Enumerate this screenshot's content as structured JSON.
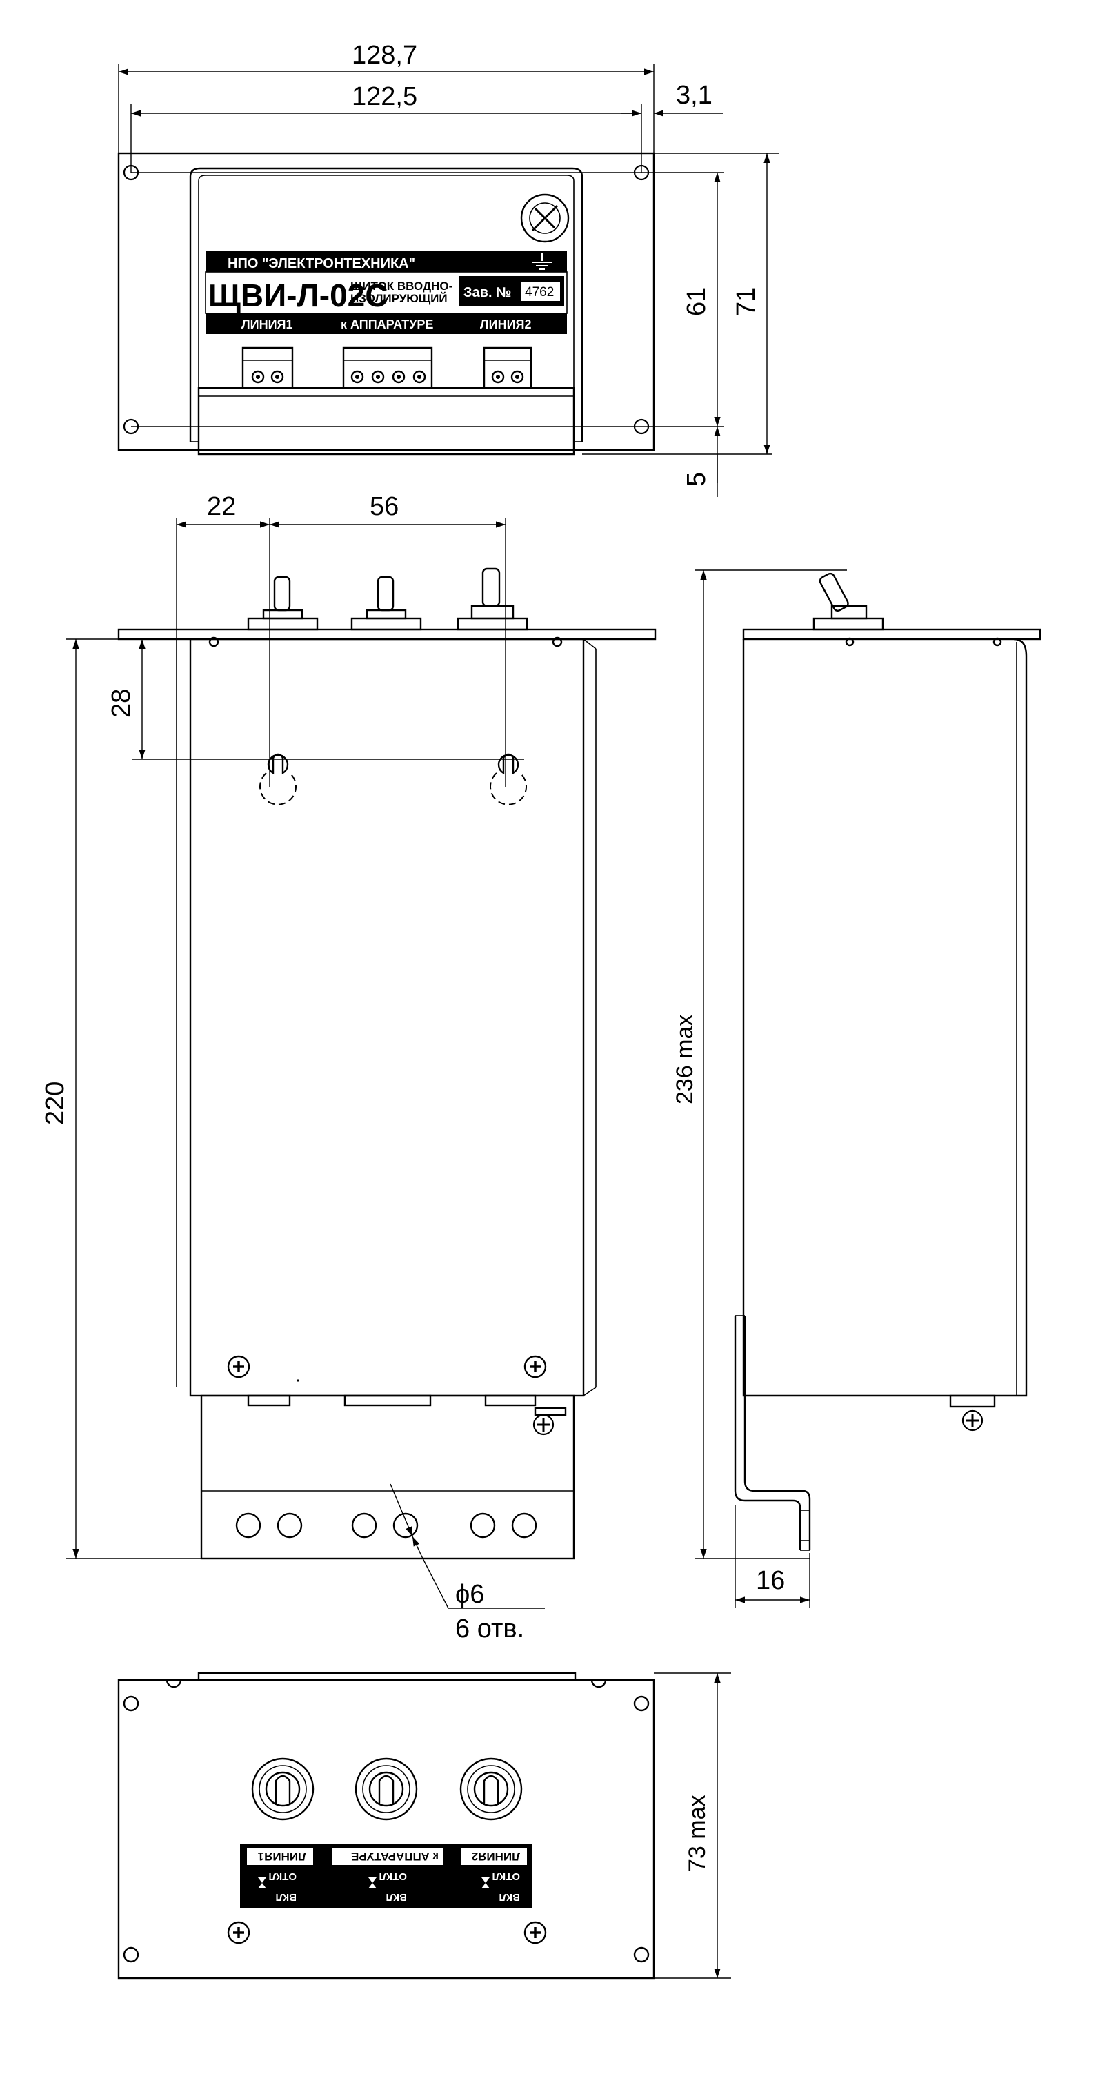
{
  "dimensions": {
    "overall_width": "128,7",
    "hole_spacing": "122,5",
    "flange_offset": "3,1",
    "front_height_inner": "61",
    "front_height_outer": "71",
    "bottom_gap": "5",
    "switch_offset": "22",
    "switch_spacing": "56",
    "keyhole_depth": "28",
    "body_height": "220",
    "side_height_max": "236 max",
    "bracket_depth": "16",
    "hole_diameter": "ϕ6",
    "hole_count": "6 отв.",
    "top_height_max": "73 max"
  },
  "nameplate": {
    "maker": "НПО \"ЭЛЕКТРОНТЕХНИКА\"",
    "model": "ЩВИ-Л-02С",
    "desc_line1": "ЩИТОК ВВОДНО-",
    "desc_line2": "ИЗОЛИРУЮЩИЙ",
    "serial_label": "Зав. №",
    "serial_number": "4762",
    "terminal_left": "ЛИНИЯ1",
    "terminal_center": "к АППАРАТУРЕ",
    "terminal_right": "ЛИНИЯ2"
  },
  "switch_panel": {
    "label_left": "ЛИНИЯ1",
    "label_center": "к АППАРАТУРЕ",
    "label_right": "ЛИНИЯ2",
    "state_off": "ОТКЛ",
    "state_on": "ВКЛ"
  },
  "icons": {
    "ground": "ground-symbol-icon",
    "rotary": "rotary-knob-icon",
    "screw": "phillips-screw-icon",
    "toggle": "toggle-switch-icon"
  }
}
